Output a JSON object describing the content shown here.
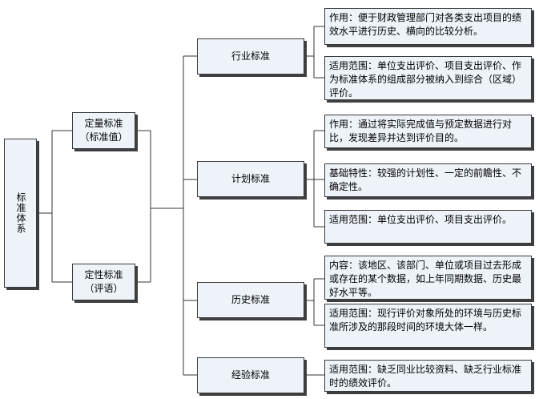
{
  "root": {
    "label": "标准体系"
  },
  "level1": [
    {
      "line1": "定量标准",
      "line2": "（标准值）"
    },
    {
      "line1": "定性标准",
      "line2": "（评语）"
    }
  ],
  "level2": [
    {
      "label": "行业标准"
    },
    {
      "label": "计划标准"
    },
    {
      "label": "历史标准"
    },
    {
      "label": "经验标准"
    }
  ],
  "notes": [
    {
      "text": "作用：便于财政管理部门对各类支出项目的绩效水平进行历史、横向的比较分析。"
    },
    {
      "text": "适用范围：单位支出评价、项目支出评价、作为标准体系的组成部分被纳入到综合（区域）评价。"
    },
    {
      "text": "作用：通过将实际完成值与预定数据进行对比，发现差异并达到评价目的。"
    },
    {
      "text": "基础特性：较强的计划性、一定的前瞻性、不确定性。"
    },
    {
      "text": "适用范围：单位支出评价、项目支出评价。"
    },
    {
      "text": "内容：该地区、该部门、单位或项目过去形成或存在的某个数据，如上年同期数据、历史最好水平等。"
    },
    {
      "text": "适用范围：现行评价对象所处的环境与历史标准所涉及的那段时间的环境大体一样。"
    },
    {
      "text": "适用范围：缺乏同业比较资料、缺乏行业标准时的绩效评价。"
    }
  ]
}
